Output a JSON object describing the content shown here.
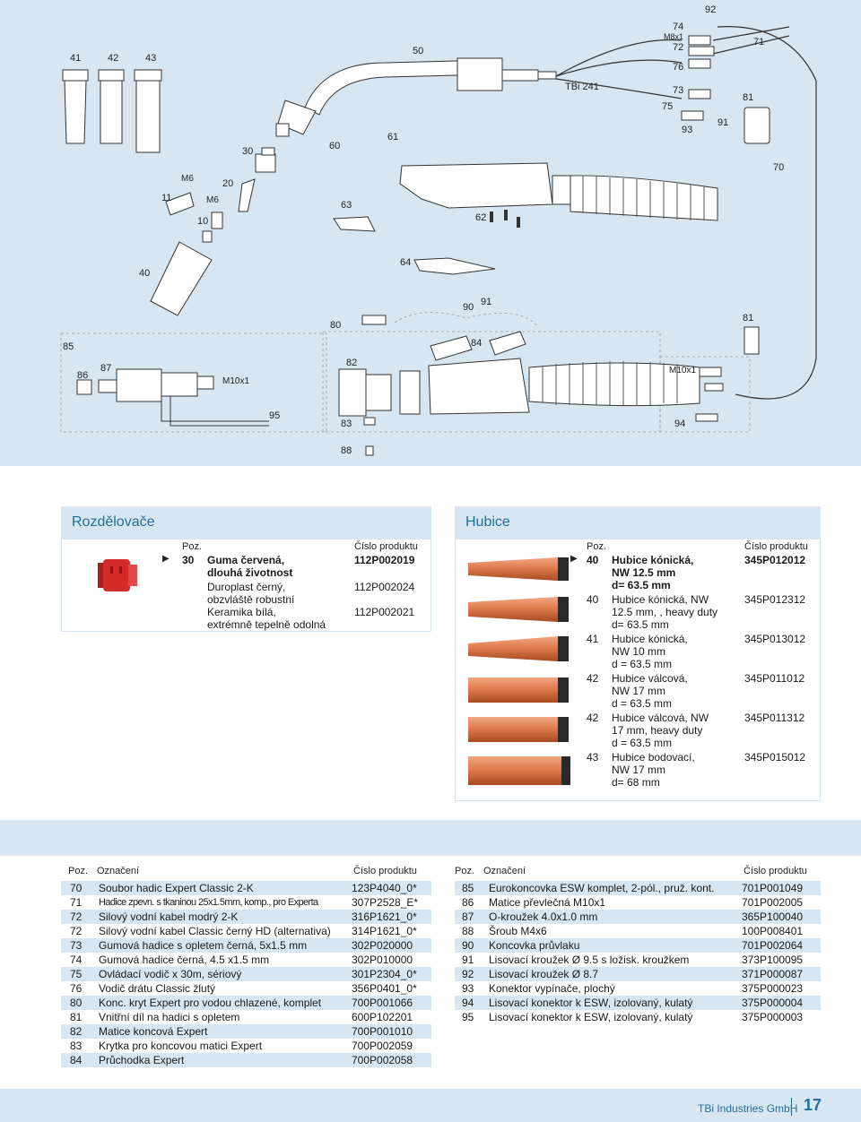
{
  "diagram": {
    "callouts": [
      "41",
      "42",
      "43",
      "50",
      "74",
      "M8x1",
      "72",
      "76",
      "92",
      "71",
      "73",
      "75",
      "93",
      "91",
      "81",
      "TBi 241",
      "30",
      "60",
      "61",
      "70",
      "M6",
      "20",
      "11",
      "M6",
      "10",
      "63",
      "62",
      "40",
      "64",
      "90",
      "91",
      "80",
      "81",
      "85",
      "84",
      "86",
      "87",
      "M10x1",
      "82",
      "M10x1",
      "95",
      "83",
      "94",
      "88"
    ]
  },
  "distributors": {
    "title": "Rozdělovače",
    "header_pos": "Poz.",
    "header_code": "Číslo produktu",
    "rows": [
      {
        "pos": "30",
        "name": "Guma červená,\ndlouhá životnost",
        "code": "112P002019",
        "bold": true,
        "arrow": "▶"
      },
      {
        "pos": "",
        "name": "Duroplast černý,\nobzvláště robustní",
        "code": "112P002024",
        "bold": false,
        "arrow": ""
      },
      {
        "pos": "",
        "name": "Keramika bílá,\nextrémně tepelně odolná",
        "code": "112P002021",
        "bold": false,
        "arrow": ""
      }
    ]
  },
  "nozzles": {
    "title": "Hubice",
    "header_pos": "Poz.",
    "header_code": "Číslo produktu",
    "rows": [
      {
        "pos": "40",
        "name": "Hubice kónická,\nNW 12.5 mm\nd= 63.5 mm",
        "code": "345P012012",
        "bold": true,
        "arrow": "▶"
      },
      {
        "pos": "40",
        "name": "Hubice kónická, NW\n12.5 mm, , heavy duty\nd= 63.5 mm",
        "code": "345P012312",
        "bold": false,
        "arrow": ""
      },
      {
        "pos": "41",
        "name": "Hubice kónická,\nNW 10 mm\nd = 63.5 mm",
        "code": "345P013012",
        "bold": false,
        "arrow": ""
      },
      {
        "pos": "42",
        "name": "Hubice válcová,\nNW 17 mm\nd = 63.5 mm",
        "code": "345P011012",
        "bold": false,
        "arrow": ""
      },
      {
        "pos": "42",
        "name": "Hubice válcová, NW\n17 mm, heavy duty\nd = 63.5 mm",
        "code": "345P011312",
        "bold": false,
        "arrow": ""
      },
      {
        "pos": "43",
        "name": "Hubice bodovací,\nNW 17 mm\nd= 68 mm",
        "code": "345P015012",
        "bold": false,
        "arrow": ""
      }
    ]
  },
  "parts_left": {
    "header_pos": "Poz.",
    "header_name": "Označení",
    "header_code": "Číslo produktu",
    "rows": [
      {
        "pos": "70",
        "name": "Soubor hadic Expert Classic 2-K",
        "code": "123P4040_0*"
      },
      {
        "pos": "71",
        "name": "Hadice zpevn. s tkaninou 25x1.5mm, komp., pro Experta",
        "code": "307P2528_E*"
      },
      {
        "pos": "72",
        "name": "Silový vodní kabel modrý 2-K",
        "code": "316P1621_0*"
      },
      {
        "pos": "72",
        "name": "Silový vodní kabel Classic černý HD (alternativa)",
        "code": "314P1621_0*"
      },
      {
        "pos": "73",
        "name": "Gumová hadice s opletem černá, 5x1.5 mm",
        "code": "302P020000"
      },
      {
        "pos": "74",
        "name": "Gumová hadice černá, 4.5 x1.5 mm",
        "code": "302P010000"
      },
      {
        "pos": "75",
        "name": "Ovládací vodič x 30m, sériový",
        "code": "301P2304_0*"
      },
      {
        "pos": "76",
        "name": "Vodič drátu Classic žlutý",
        "code": "356P0401_0*"
      },
      {
        "pos": "80",
        "name": "Konc. kryt Expert pro vodou chlazené, komplet",
        "code": "700P001066"
      },
      {
        "pos": "81",
        "name": "Vnitřní díl na hadici s opletem",
        "code": "600P102201"
      },
      {
        "pos": "82",
        "name": "Matice koncová Expert",
        "code": "700P001010"
      },
      {
        "pos": "83",
        "name": "Krytka pro koncovou matici Expert",
        "code": "700P002059"
      },
      {
        "pos": "84",
        "name": "Průchodka Expert",
        "code": "700P002058"
      }
    ]
  },
  "parts_right": {
    "header_pos": "Poz.",
    "header_name": "Označení",
    "header_code": "Číslo produktu",
    "rows": [
      {
        "pos": "85",
        "name": "Eurokoncovka ESW komplet, 2-pól., pruž. kont.",
        "code": "701P001049"
      },
      {
        "pos": "86",
        "name": "Matice převlečná M10x1",
        "code": "701P002005"
      },
      {
        "pos": "87",
        "name": "O-kroužek 4.0x1.0 mm",
        "code": "365P100040"
      },
      {
        "pos": "88",
        "name": "Šroub M4x6",
        "code": "100P008401"
      },
      {
        "pos": "90",
        "name": "Koncovka průvlaku",
        "code": "701P002064"
      },
      {
        "pos": "91",
        "name": "Lisovací kroužek  Ø 9.5 s ložisk. kroužkem",
        "code": "373P100095"
      },
      {
        "pos": "92",
        "name": "Lisovací kroužek  Ø 8.7",
        "code": "371P000087"
      },
      {
        "pos": "93",
        "name": "Konektor vypínače, plochý",
        "code": "375P000023"
      },
      {
        "pos": "94",
        "name": "Lisovací konektor k ESW, izolovaný, kulatý",
        "code": "375P000004"
      },
      {
        "pos": "95",
        "name": "Lisovací konektor k ESW, izolovaný, kulatý",
        "code": "375P000003"
      }
    ]
  },
  "footer": {
    "company": "TBi Industries GmbH",
    "page": "17"
  },
  "colors": {
    "accent": "#1f6f98",
    "band": "#d7e6f1",
    "copper": "#d9703f",
    "red_part": "#d42a2a"
  }
}
